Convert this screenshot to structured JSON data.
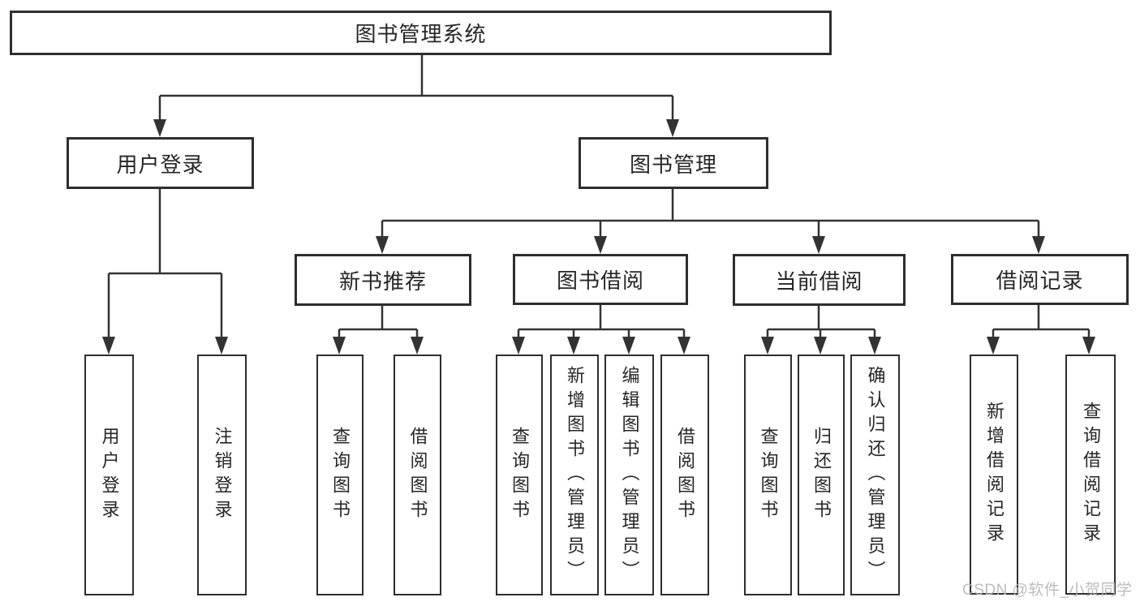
{
  "diagram": {
    "root": "图书管理系统",
    "l2": {
      "user_login": "用户登录",
      "book_mgmt": "图书管理"
    },
    "l3": {
      "new_books": "新书推荐",
      "borrow": "图书借阅",
      "current": "当前借阅",
      "records": "借阅记录"
    },
    "leaves": {
      "a1": "用户登录",
      "a2": "注销登录",
      "b1": "查询图书",
      "b2": "借阅图书",
      "c1": "查询图书",
      "c2": "新增图书（管理员）",
      "c3": "编辑图书（管理员）",
      "c4": "借阅图书",
      "d1": "查询图书",
      "d2": "归还图书",
      "d3": "确认归还（管理员）",
      "e1": "新增借阅记录",
      "e2": "查询借阅记录"
    }
  },
  "watermark": "CSDN @软件_小贺同学",
  "colors": {
    "line": "#333333",
    "border": "#2e2e2e",
    "text": "#262626",
    "background": "#ffffff",
    "watermark": "#b5b5b5"
  }
}
